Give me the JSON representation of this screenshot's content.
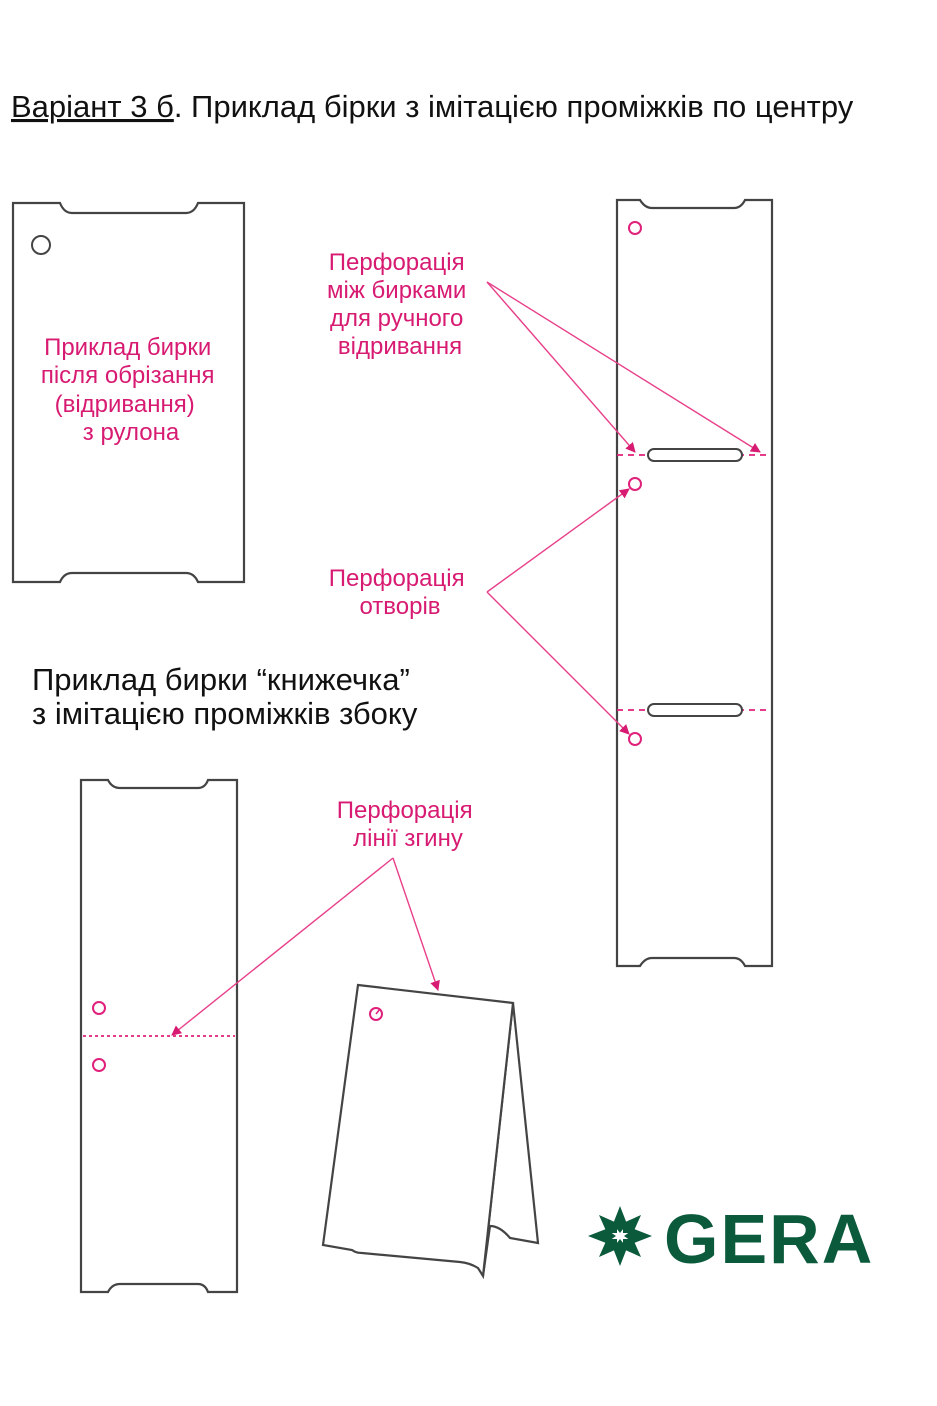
{
  "title": {
    "variant": "Варіант 3 б",
    "rest": ". Приклад бірки з імітацією проміжків по центру"
  },
  "labels": {
    "cut_tag": [
      "Приклад бирки",
      "після обрізання",
      "(відривання)",
      "з рулона"
    ],
    "perforation_between": [
      "Перфорація",
      "між бирками",
      "для ручного",
      "відривання"
    ],
    "perforation_holes": [
      "Перфорація",
      "отворів"
    ],
    "booklet": [
      "Приклад бирки “книжечка”",
      "з імітацією проміжків збоку"
    ],
    "fold_line": [
      "Перфорація",
      "лінії згину"
    ]
  },
  "logo": {
    "text": "GERA",
    "color": "#0b5a3c"
  },
  "colors": {
    "accent": "#d81b72",
    "outline": "#444444"
  }
}
